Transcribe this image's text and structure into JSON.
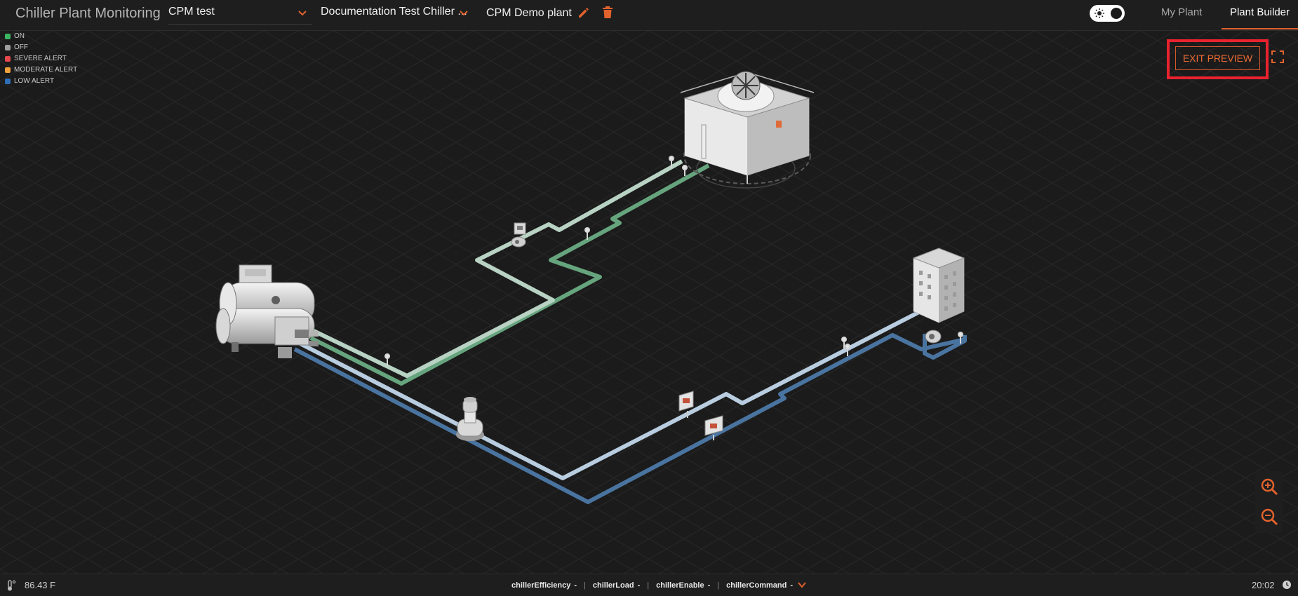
{
  "header": {
    "app_title": "Chiller Plant Monitoring",
    "plant_select": "CPM test",
    "chiller_select": "Documentation Test Chiller ...",
    "plant_name": "CPM Demo plant",
    "tabs": [
      {
        "label": "My Plant",
        "active": false
      },
      {
        "label": "Plant Builder",
        "active": true
      }
    ],
    "theme_toggle_state": "dark"
  },
  "legend": [
    {
      "label": "ON",
      "color": "#3cb563"
    },
    {
      "label": "OFF",
      "color": "#9e9e9e"
    },
    {
      "label": "SEVERE ALERT",
      "color": "#e5484d"
    },
    {
      "label": "MODERATE ALERT",
      "color": "#f0a23a"
    },
    {
      "label": "LOW ALERT",
      "color": "#2f6fb8"
    }
  ],
  "canvas": {
    "exit_preview_label": "EXIT PREVIEW",
    "background": "#1b1b1b",
    "grid_color": "#262626"
  },
  "pipes": {
    "condenser_supply_color": "#b8d2c4",
    "condenser_return_color": "#66a47e",
    "chilled_supply_color": "#b9cde0",
    "chilled_return_color": "#4a74a0"
  },
  "status_bar": {
    "temperature": "86.43 F",
    "tags": [
      {
        "name": "chillerEfficiency",
        "value": "-"
      },
      {
        "name": "chillerLoad",
        "value": "-"
      },
      {
        "name": "chillerEnable",
        "value": "-"
      },
      {
        "name": "chillerCommand",
        "value": "-"
      }
    ],
    "time": "20:02"
  },
  "accent_color": "#e2622d"
}
